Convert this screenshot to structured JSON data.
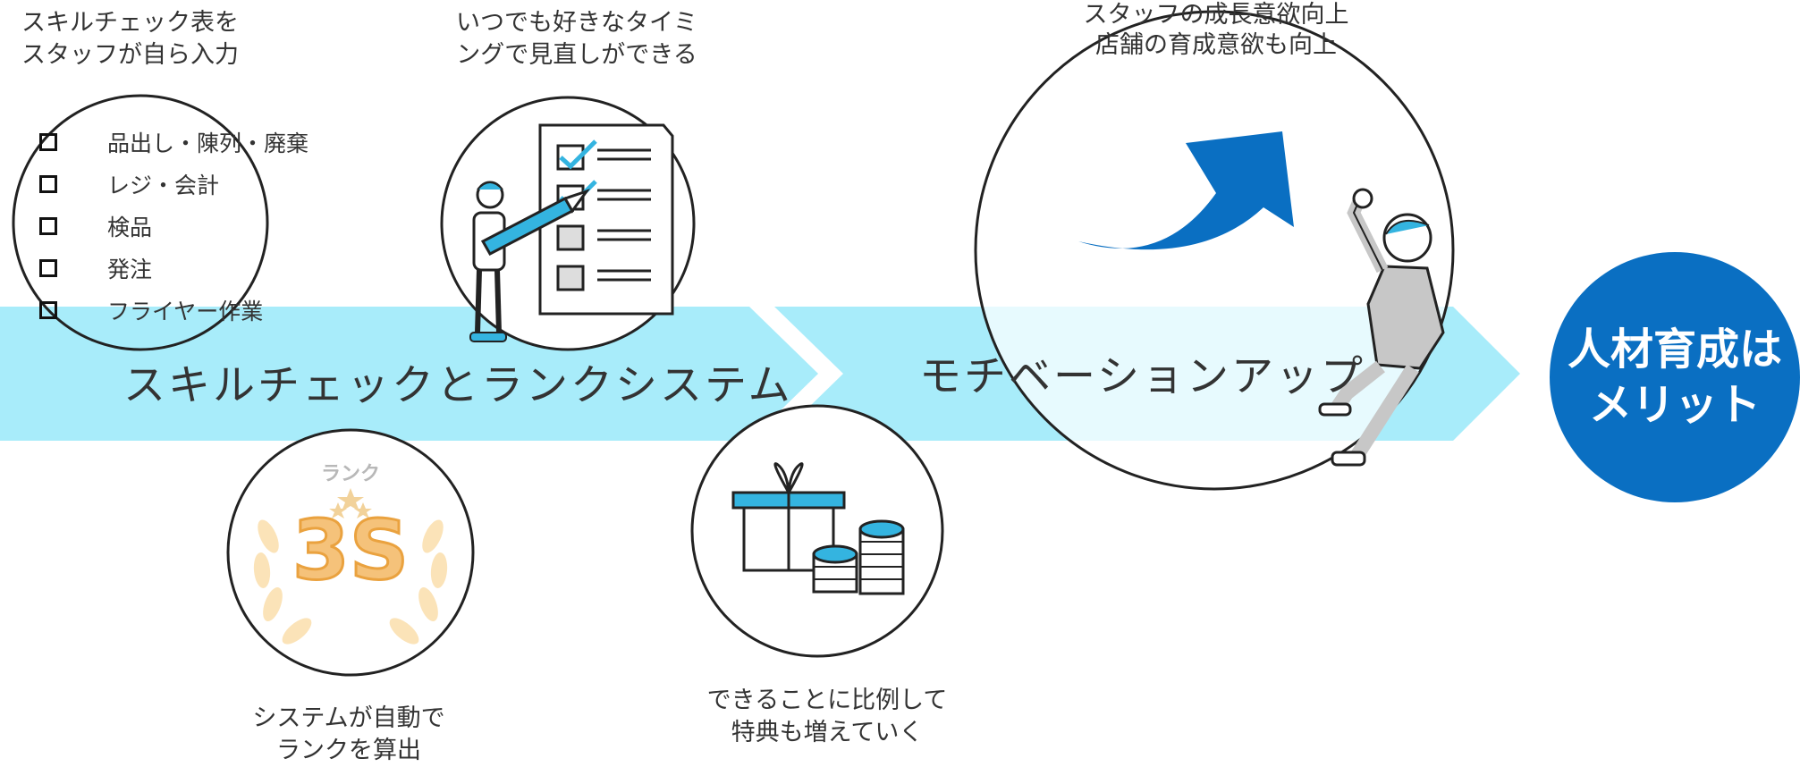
{
  "skill_check": {
    "caption_lines": [
      "スキルチェック表を",
      "スタッフが自ら入力"
    ],
    "items": [
      "品出し・陳列・廃棄",
      "レジ・会計",
      "検品",
      "発注",
      "フライヤー作業"
    ]
  },
  "review": {
    "caption_lines": [
      "いつでも好きなタイミ",
      "ングで見直しができる"
    ]
  },
  "growth": {
    "caption_lines": [
      "スタッフの成長意欲向上",
      "店舗の育成意欲も向上"
    ]
  },
  "band": {
    "left_label": "スキルチェックとランクシステム",
    "right_label": "モチベーションアップ"
  },
  "rank": {
    "badge_title": "ランク",
    "badge_value": "3S",
    "caption_lines": [
      "システムが自動で",
      "ランクを算出"
    ]
  },
  "reward": {
    "caption_lines": [
      "できることに比例して",
      "特典も増えていく"
    ]
  },
  "result": {
    "lines": [
      "人材育成は",
      "メリット"
    ]
  },
  "colors": {
    "band": "#a8ecfa",
    "accent_blue": "#0a6fc2",
    "light_blue": "#34b4e0",
    "badge_orange": "#f2b457"
  }
}
